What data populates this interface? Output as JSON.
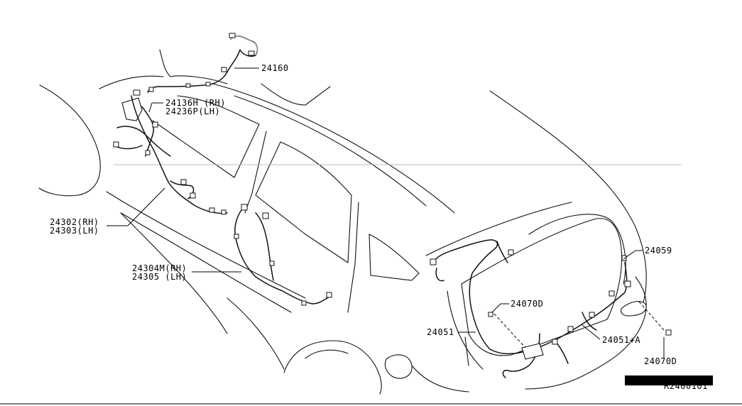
{
  "labels": {
    "p24160": "24160",
    "p24136h": "24136H (RH)",
    "p24236p": "24236P(LH)",
    "p24302": "24302(RH)",
    "p24303": "24303(LH)",
    "p24304m": "24304M(RH)",
    "p24305": "24305 (LH)",
    "p24059": "24059",
    "p24070d_a": "24070D",
    "p24051": "24051",
    "p24051a": "24051+A",
    "p24070d_b": "24070D"
  },
  "diagram_code": "R2400101",
  "colors": {
    "line": "#111111",
    "background": "#ffffff"
  }
}
